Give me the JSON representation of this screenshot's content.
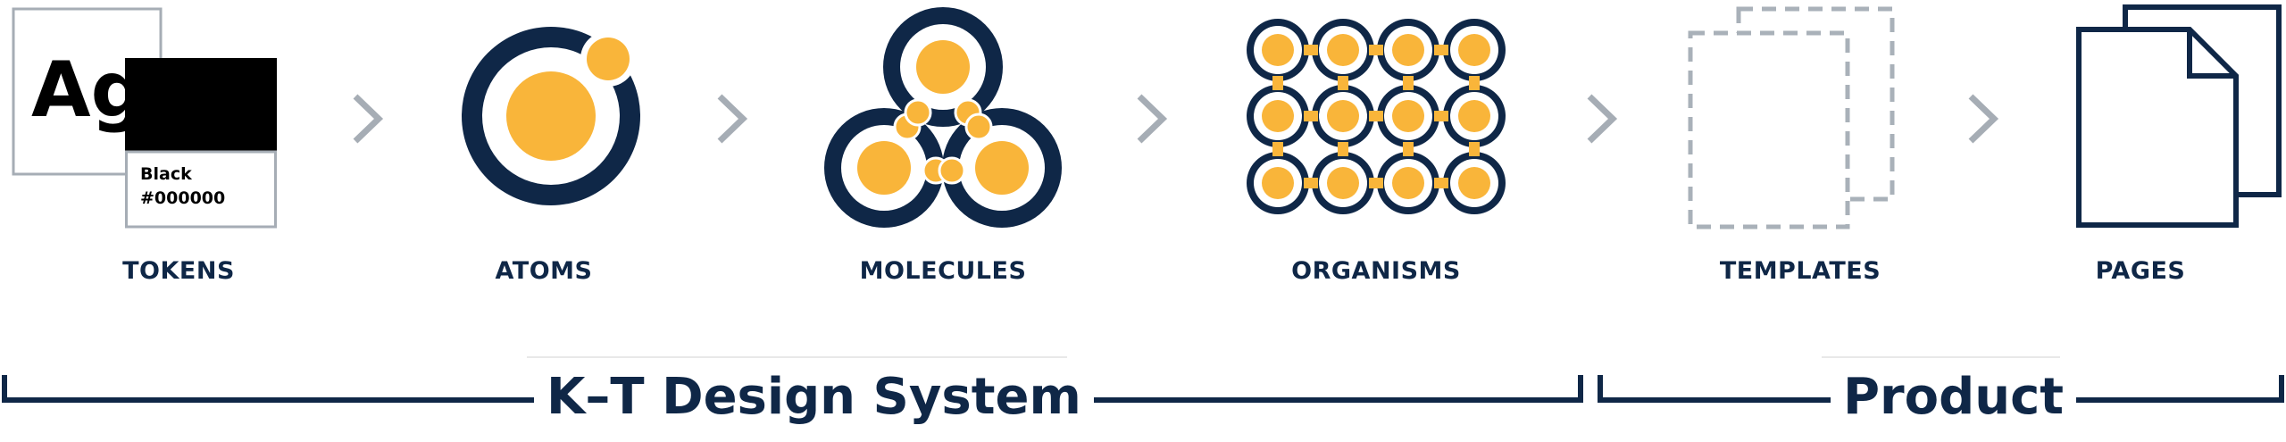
{
  "colors": {
    "navy": "#0f2747",
    "accent": "#f9b53a",
    "arrow": "#a6adb5",
    "dashed": "#a9b1b9",
    "black": "#000000"
  },
  "token": {
    "sample_glyph": "Ag",
    "swatch_name": "Black",
    "swatch_hex": "#000000"
  },
  "steps": [
    {
      "label": "TOKENS",
      "icon": "token-swatch-icon"
    },
    {
      "label": "ATOMS",
      "icon": "atom-icon"
    },
    {
      "label": "MOLECULES",
      "icon": "molecule-icon"
    },
    {
      "label": "ORGANISMS",
      "icon": "organism-grid-icon"
    },
    {
      "label": "TEMPLATES",
      "icon": "dashed-pages-icon"
    },
    {
      "label": "PAGES",
      "icon": "pages-icon"
    }
  ],
  "groups": {
    "design_system": "K–T Design System",
    "product": "Product"
  }
}
